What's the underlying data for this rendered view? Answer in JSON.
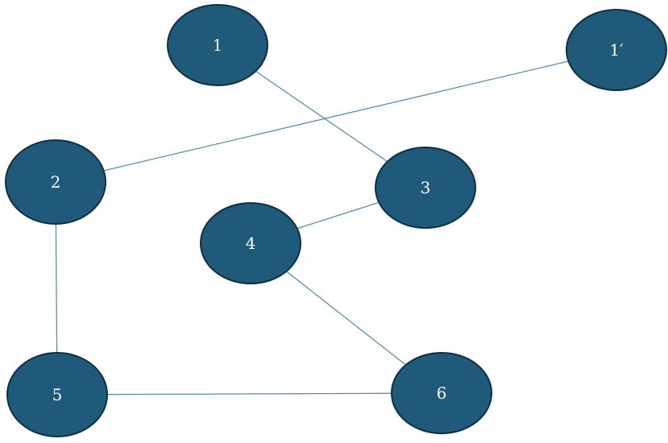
{
  "colors": {
    "node_fill": "#1f5a7a",
    "node_stroke": "#0f2f44",
    "edge": "#5b8fa8",
    "label": "#ffffff"
  },
  "graph": {
    "nodes": [
      {
        "id": "n1",
        "label": "1"
      },
      {
        "id": "n1p",
        "label": "1′"
      },
      {
        "id": "n2",
        "label": "2"
      },
      {
        "id": "n3",
        "label": "3"
      },
      {
        "id": "n4",
        "label": "4"
      },
      {
        "id": "n5",
        "label": "5"
      },
      {
        "id": "n6",
        "label": "6"
      }
    ],
    "edges": [
      {
        "from": "n1",
        "to": "n3"
      },
      {
        "from": "n2",
        "to": "n1p"
      },
      {
        "from": "n3",
        "to": "n4"
      },
      {
        "from": "n4",
        "to": "n6"
      },
      {
        "from": "n2",
        "to": "n5"
      },
      {
        "from": "n5",
        "to": "n6"
      }
    ]
  }
}
